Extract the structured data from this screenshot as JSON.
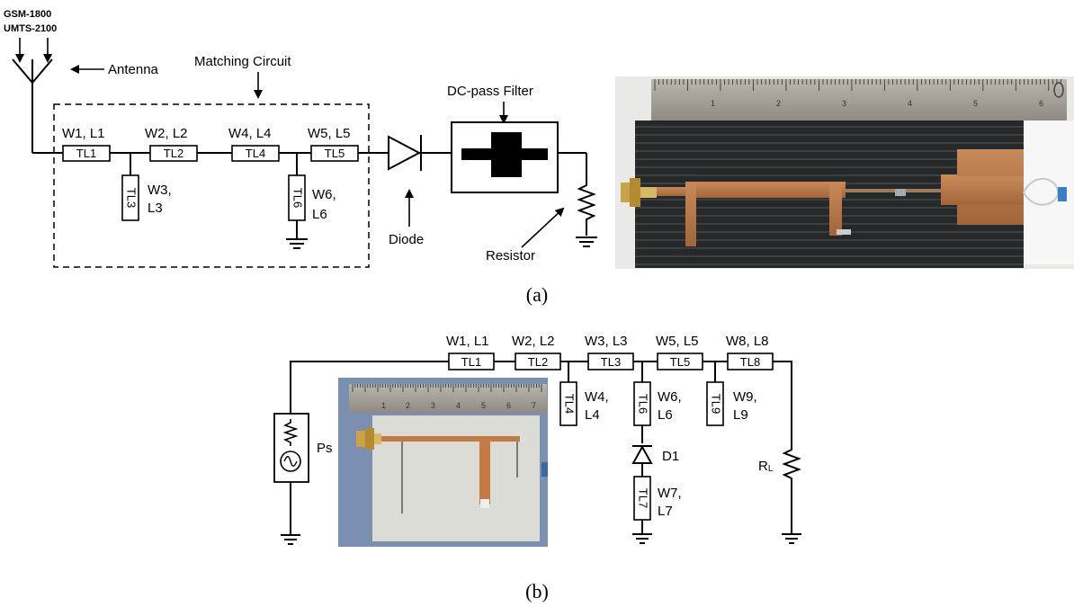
{
  "panel_a": {
    "caption": "(a)",
    "bands": [
      "GSM-1800",
      "UMTS-2100"
    ],
    "antenna_label": "Antenna",
    "matching_label": "Matching Circuit",
    "filter_label": "DC-pass Filter",
    "diode_label": "Diode",
    "resistor_label": "Resistor",
    "series_dims": [
      "W1, L1",
      "W2, L2",
      "W4, L4",
      "W5, L5"
    ],
    "series_lines": [
      "TL1",
      "TL2",
      "TL4",
      "TL5"
    ],
    "stubs": [
      {
        "line": "TL3",
        "dim_w": "W3,",
        "dim_l": "L3"
      },
      {
        "line": "TL6",
        "dim_w": "W6,",
        "dim_l": "L6"
      }
    ],
    "ruler_numbers": [
      "1",
      "2",
      "3",
      "4",
      "5",
      "6"
    ]
  },
  "panel_b": {
    "caption": "(b)",
    "series_dims": [
      "W1, L1",
      "W2, L2",
      "W3, L3",
      "W5, L5",
      "W8, L8"
    ],
    "series_lines": [
      "TL1",
      "TL2",
      "TL3",
      "TL5",
      "TL8"
    ],
    "stubs": [
      {
        "line": "TL4",
        "dim_w": "W4,",
        "dim_l": "L4"
      },
      {
        "line": "TL6",
        "dim_w": "W6,",
        "dim_l": "L6"
      },
      {
        "line": "TL9",
        "dim_w": "W9,",
        "dim_l": "L9"
      },
      {
        "line": "TL7",
        "dim_w": "W7,",
        "dim_l": "L7"
      }
    ],
    "source_label": "Ps",
    "diode_label": "D1",
    "load_label_main": "R",
    "load_label_sub": "L",
    "ruler_numbers": [
      "1",
      "2",
      "3",
      "4",
      "5",
      "6",
      "7"
    ]
  }
}
